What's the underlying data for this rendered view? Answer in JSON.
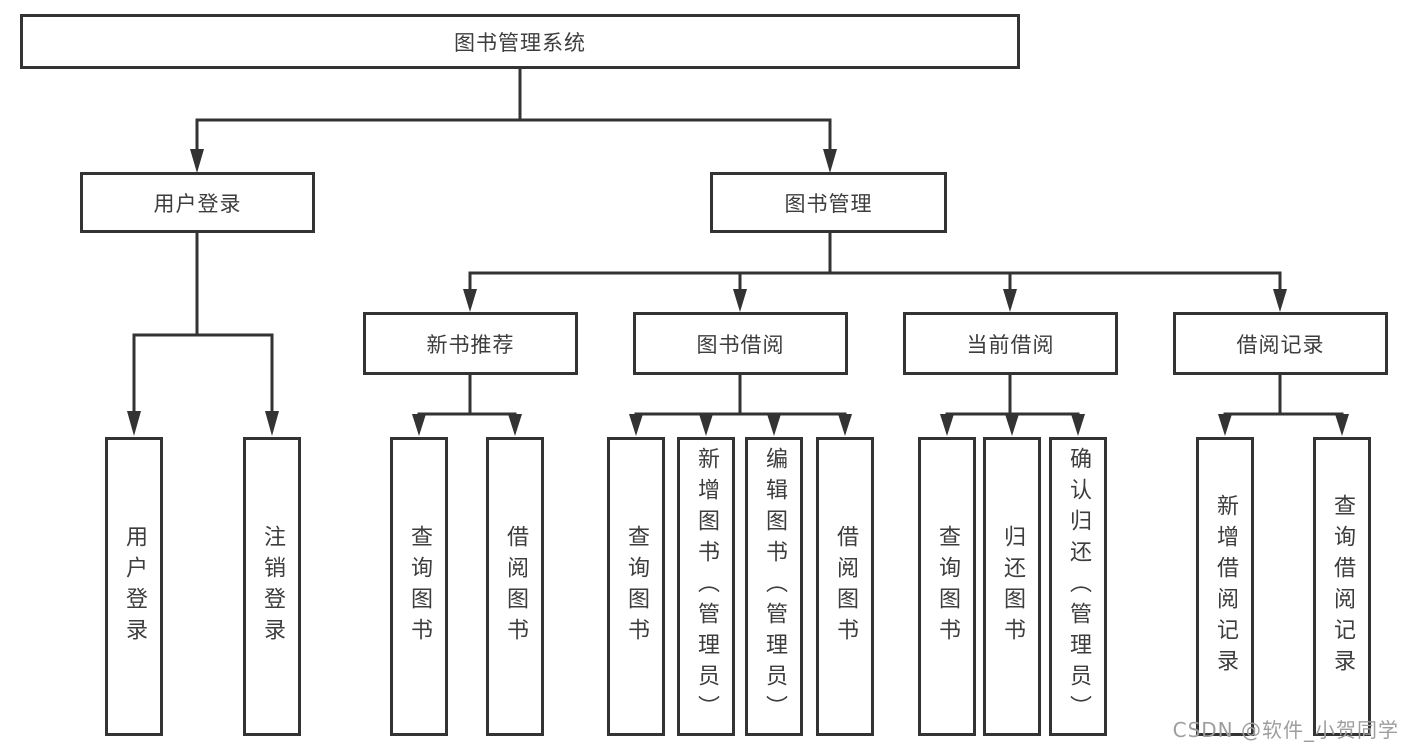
{
  "diagram": {
    "root": "图书管理系统",
    "user_login_branch": {
      "label": "用户登录",
      "children": [
        "用户登录",
        "注销登录"
      ]
    },
    "book_mgmt_branch": {
      "label": "图书管理",
      "sections": [
        {
          "label": "新书推荐",
          "children": [
            "查询图书",
            "借阅图书"
          ]
        },
        {
          "label": "图书借阅",
          "children": [
            "查询图书",
            "新增图书（管理员）",
            "编辑图书（管理员）",
            "借阅图书"
          ]
        },
        {
          "label": "当前借阅",
          "children": [
            "查询图书",
            "归还图书",
            "确认归还（管理员）"
          ]
        },
        {
          "label": "借阅记录",
          "children": [
            "新增借阅记录",
            "查询借阅记录"
          ]
        }
      ]
    }
  },
  "watermark": "CSDN @软件_小贺同学",
  "colors": {
    "line": "#333333",
    "box_border": "#333333",
    "text": "#3d3d3d",
    "background": "#ffffff",
    "watermark": "#9e9e9e"
  }
}
